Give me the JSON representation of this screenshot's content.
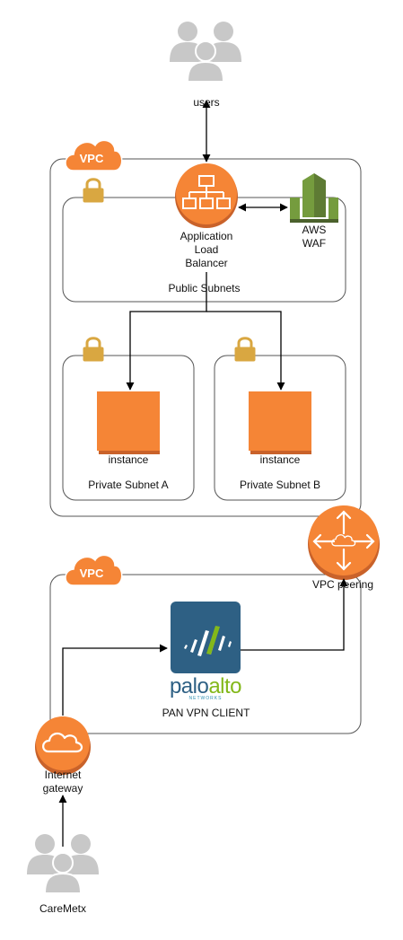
{
  "nodes": {
    "users": {
      "label": "users"
    },
    "alb": {
      "label": "Application\nLoad\nBalancer"
    },
    "waf": {
      "label": "AWS\nWAF"
    },
    "public_subnets": {
      "label": "Public Subnets"
    },
    "instance_a": {
      "label": "instance"
    },
    "instance_b": {
      "label": "instance"
    },
    "private_subnet_a": {
      "label": "Private Subnet A"
    },
    "private_subnet_b": {
      "label": "Private Subnet B"
    },
    "vpc_peering": {
      "label": "VPC peering"
    },
    "pan_vpn_client": {
      "label": "PAN VPN CLIENT"
    },
    "palo_alto_logo": {
      "main": "paloalto",
      "sub": "NETWORKS"
    },
    "internet_gateway": {
      "label": "Internet\ngateway"
    },
    "caremetx": {
      "label": "CareMetx"
    }
  },
  "vpcs": {
    "top": {
      "tag": "VPC"
    },
    "bottom": {
      "tag": "VPC"
    }
  },
  "colors": {
    "aws_orange": "#f58536",
    "aws_orange_dark": "#c9622a",
    "waf_green": "#759c3e",
    "waf_green_dark": "#4b612c",
    "lock_gold": "#d9a741",
    "user_gray": "#c8c8c8",
    "palo_blue": "#2e6084",
    "palo_teal": "#2b8eb0",
    "palo_green": "#83b81a"
  },
  "edges": [
    {
      "from": "users",
      "to": "alb",
      "direction": "both"
    },
    {
      "from": "alb",
      "to": "waf",
      "direction": "both"
    },
    {
      "from": "alb",
      "to": "instance_a",
      "direction": "forward"
    },
    {
      "from": "alb",
      "to": "instance_b",
      "direction": "forward"
    },
    {
      "from": "caremetx",
      "to": "internet_gateway",
      "direction": "forward"
    },
    {
      "from": "internet_gateway",
      "to": "pan_vpn_client",
      "direction": "forward"
    },
    {
      "from": "pan_vpn_client",
      "to": "vpc_peering",
      "direction": "forward"
    }
  ]
}
